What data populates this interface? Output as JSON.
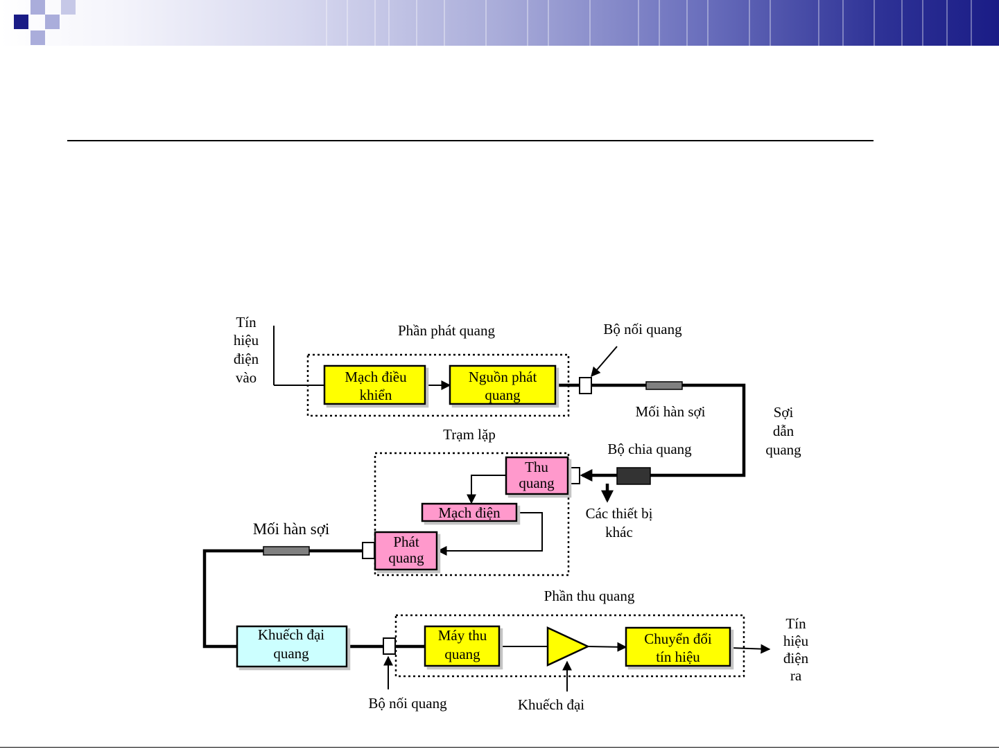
{
  "slide": {
    "title": "",
    "accent_colors": {
      "banner_dark": "#1a1c86",
      "square_dark": "#1a1c86",
      "square_light": "#aaaddb"
    }
  },
  "diagram": {
    "input_signal": [
      "Tín",
      "hiệu",
      "điện",
      "vào"
    ],
    "tx_section_label": "Phần phát quang",
    "drive_circuit": [
      "Mạch điều",
      "khiển"
    ],
    "light_source": [
      "Nguồn phát",
      "quang"
    ],
    "connector_top_label": "Bộ nối quang",
    "splice_top_label": "Mối hàn sợi",
    "fiber_label": [
      "Sợi",
      "dẫn",
      "quang"
    ],
    "repeater_label": "Trạm lặp",
    "splitter_label": "Bộ chia quang",
    "repeater_rx": [
      "Thu",
      "quang"
    ],
    "other_devices": [
      "Các thiết bị",
      "khác"
    ],
    "electric_circuit": "Mạch điện",
    "repeater_tx": [
      "Phát",
      "quang"
    ],
    "splice_left_label": "Mối hàn sợi",
    "rx_section_label": "Phần thu quang",
    "optical_amp": [
      "Khuếch đại",
      "quang"
    ],
    "receiver": [
      "Máy thu",
      "quang"
    ],
    "signal_converter": [
      "Chuyển đổi",
      "tín hiệu"
    ],
    "output_signal": [
      "Tín",
      "hiệu",
      "điện",
      "ra"
    ],
    "connector_bottom_label": "Bộ nối quang",
    "amplifier_label": "Khuếch đại",
    "colors": {
      "yellow_block": "#ffff00",
      "pink_block": "#ff99cc",
      "cyan_block": "#ccffff",
      "splice_gray": "#808080",
      "splitter_dark": "#333333"
    }
  }
}
